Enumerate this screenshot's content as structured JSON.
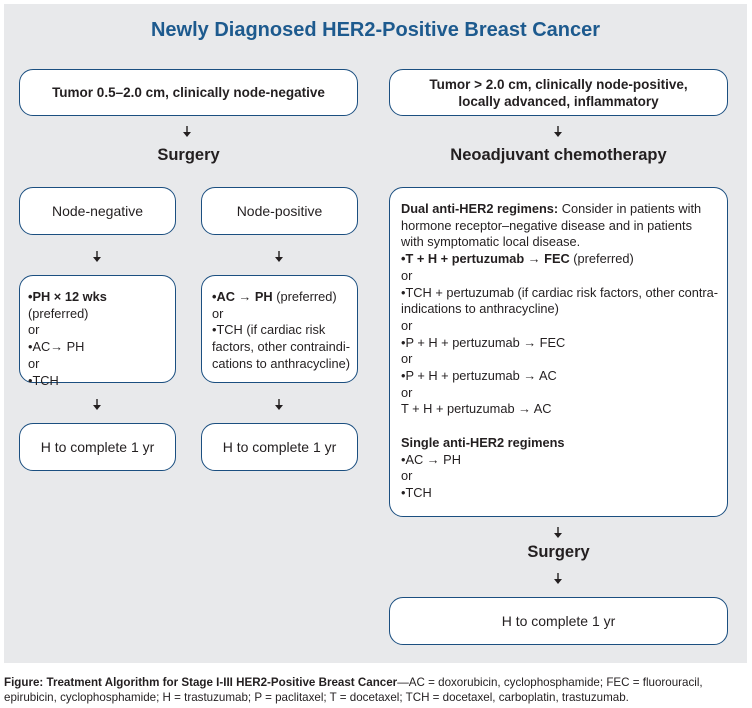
{
  "title": "Newly Diagnosed HER2-Positive Breast Cancer",
  "left": {
    "entry": "Tumor 0.5–2.0 cm, clinically node-negative",
    "step": "Surgery",
    "node_negative": {
      "label": "Node-negative",
      "regimen": [
        {
          "bold": "•PH × 12 wks",
          "rest": " (preferred)"
        },
        {
          "bold": "",
          "rest": "or"
        },
        {
          "bold": "",
          "rest": "•AC→ PH"
        },
        {
          "bold": "",
          "rest": "or"
        },
        {
          "bold": "",
          "rest": "•TCH"
        }
      ],
      "outcome": "H to complete 1 yr"
    },
    "node_positive": {
      "label": "Node-positive",
      "regimen": [
        {
          "bold": "•AC → PH",
          "rest": " (preferred)"
        },
        {
          "bold": "",
          "rest": "or"
        },
        {
          "bold": "",
          "rest": "•TCH (if cardiac risk"
        },
        {
          "bold": "",
          "rest": "factors, other contraindi-"
        },
        {
          "bold": "",
          "rest": "cations to anthracycline)"
        }
      ],
      "outcome": "H to complete 1 yr"
    }
  },
  "right": {
    "entry_line1": "Tumor > 2.0 cm, clinically node-positive,",
    "entry_line2": "locally advanced, inflammatory",
    "step": "Neoadjuvant chemotherapy",
    "regimens": [
      {
        "bold": "Dual anti-HER2 regimens:",
        "rest": " Consider in patients with"
      },
      {
        "bold": "",
        "rest": "hormone receptor–negative disease and in patients"
      },
      {
        "bold": "",
        "rest": "with symptomatic local disease."
      },
      {
        "bold": "•T + H + pertuzumab → FEC",
        "rest": " (preferred)"
      },
      {
        "bold": "",
        "rest": "or"
      },
      {
        "bold": "",
        "rest": "•TCH + pertuzumab (if cardiac risk factors, other contra-"
      },
      {
        "bold": "",
        "rest": "indications to anthracycline)"
      },
      {
        "bold": "",
        "rest": "or"
      },
      {
        "bold": "",
        "rest": "•P + H + pertuzumab → FEC"
      },
      {
        "bold": "",
        "rest": "or"
      },
      {
        "bold": "",
        "rest": "•P + H + pertuzumab → AC"
      },
      {
        "bold": "",
        "rest": "or"
      },
      {
        "bold": "",
        "rest": "T + H + pertuzumab → AC"
      },
      {
        "bold": "",
        "rest": ""
      },
      {
        "bold": "Single anti-HER2 regimens",
        "rest": ""
      },
      {
        "bold": "",
        "rest": "•AC → PH"
      },
      {
        "bold": "",
        "rest": "or"
      },
      {
        "bold": "",
        "rest": "•TCH"
      }
    ],
    "step2": "Surgery",
    "outcome": "H to complete 1 yr"
  },
  "caption": {
    "lead": "Figure: Treatment Algorithm for Stage I-III HER2-Positive Breast Cancer",
    "text": "—AC = doxorubicin, cyclophosphamide; FEC = fluorouracil, epirubicin, cyclophosphamide; H = trastuzumab; P = paclitaxel; T = docetaxel; TCH = docetaxel, carboplatin, trastuzumab."
  }
}
